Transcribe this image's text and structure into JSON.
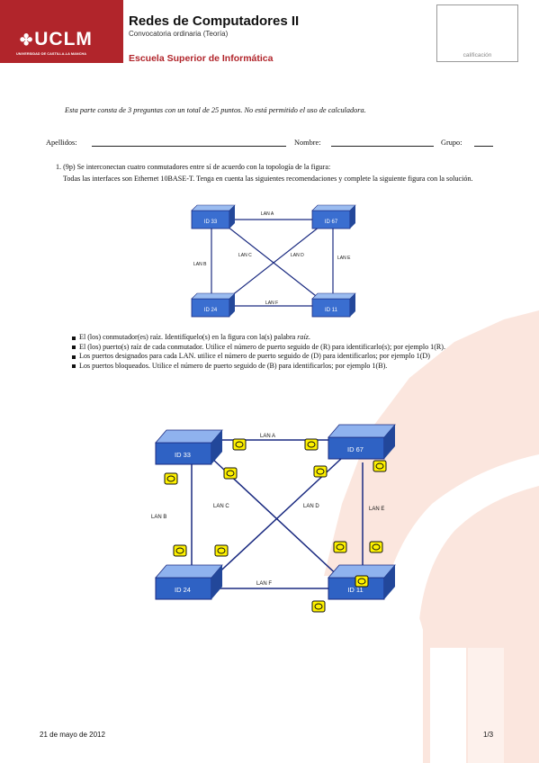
{
  "header": {
    "logo_text": "UCLM",
    "logo_subtext": "UNIVERSIDAD DE CASTILLA-LA MANCHA",
    "course_title": "Redes de Computadores II",
    "exam_type": "Convocatoria ordinaria (Teoría)",
    "school": "Escuela Superior de Informática",
    "grade_label": "calificación"
  },
  "intro": "Esta parte consta de 3 preguntas con un total de 25 puntos. No está permitido el uso de calculadora.",
  "student_fields": {
    "surname_label": "Apellidos:",
    "name_label": "Nombre:",
    "group_label": "Grupo:"
  },
  "question1": {
    "number_points": "1. (9p)",
    "line1": "Se interconectan cuatro conmutadores entre sí de acuerdo con la topología de la figura:",
    "line2": "Todas las interfaces son Ethernet 10BASE-T. Tenga en cuenta las siguientes recomendaciones y complete la siguiente figura con la solución.",
    "bullets": [
      {
        "pre": "El (los) conmutador(es) raíz. Identifíquelo(s) en la figura con la(s) palabra ",
        "em": "raíz",
        "post": "."
      },
      {
        "pre": "El (los) puerto(s) raíz de cada conmutador. Utilice el número de puerto seguido de (R) para identificarlo(s); por ejemplo 1(R).",
        "em": "",
        "post": ""
      },
      {
        "pre": "Los puertos designados para cada LAN. utilice el número de puerto seguido de (D) para identificarlos; por ejemplo 1(D)",
        "em": "",
        "post": ""
      },
      {
        "pre": "Los puertos bloqueados. Utilice el número de puerto seguido de (B) para identificarlos; por ejemplo 1(B).",
        "em": "",
        "post": ""
      }
    ]
  },
  "small_diagram": {
    "switches": [
      "ID 33",
      "ID 67",
      "ID 24",
      "ID 11"
    ],
    "lans": [
      "LAN A",
      "LAN B",
      "LAN C",
      "LAN D",
      "LAN E",
      "LAN F"
    ]
  },
  "large_diagram": {
    "switches": [
      "ID 33",
      "ID 67",
      "ID 24",
      "ID 11"
    ],
    "lans": [
      "LAN A",
      "LAN B",
      "LAN C",
      "LAN D",
      "LAN E",
      "LAN F"
    ]
  },
  "footer": {
    "date": "21 de mayo de 2012",
    "page": "1/3"
  },
  "colors": {
    "brand_red": "#b1252b",
    "switch_blue": "#2a5bb8",
    "callout_yellow": "#fff200",
    "watermark": "#fbe7df"
  }
}
